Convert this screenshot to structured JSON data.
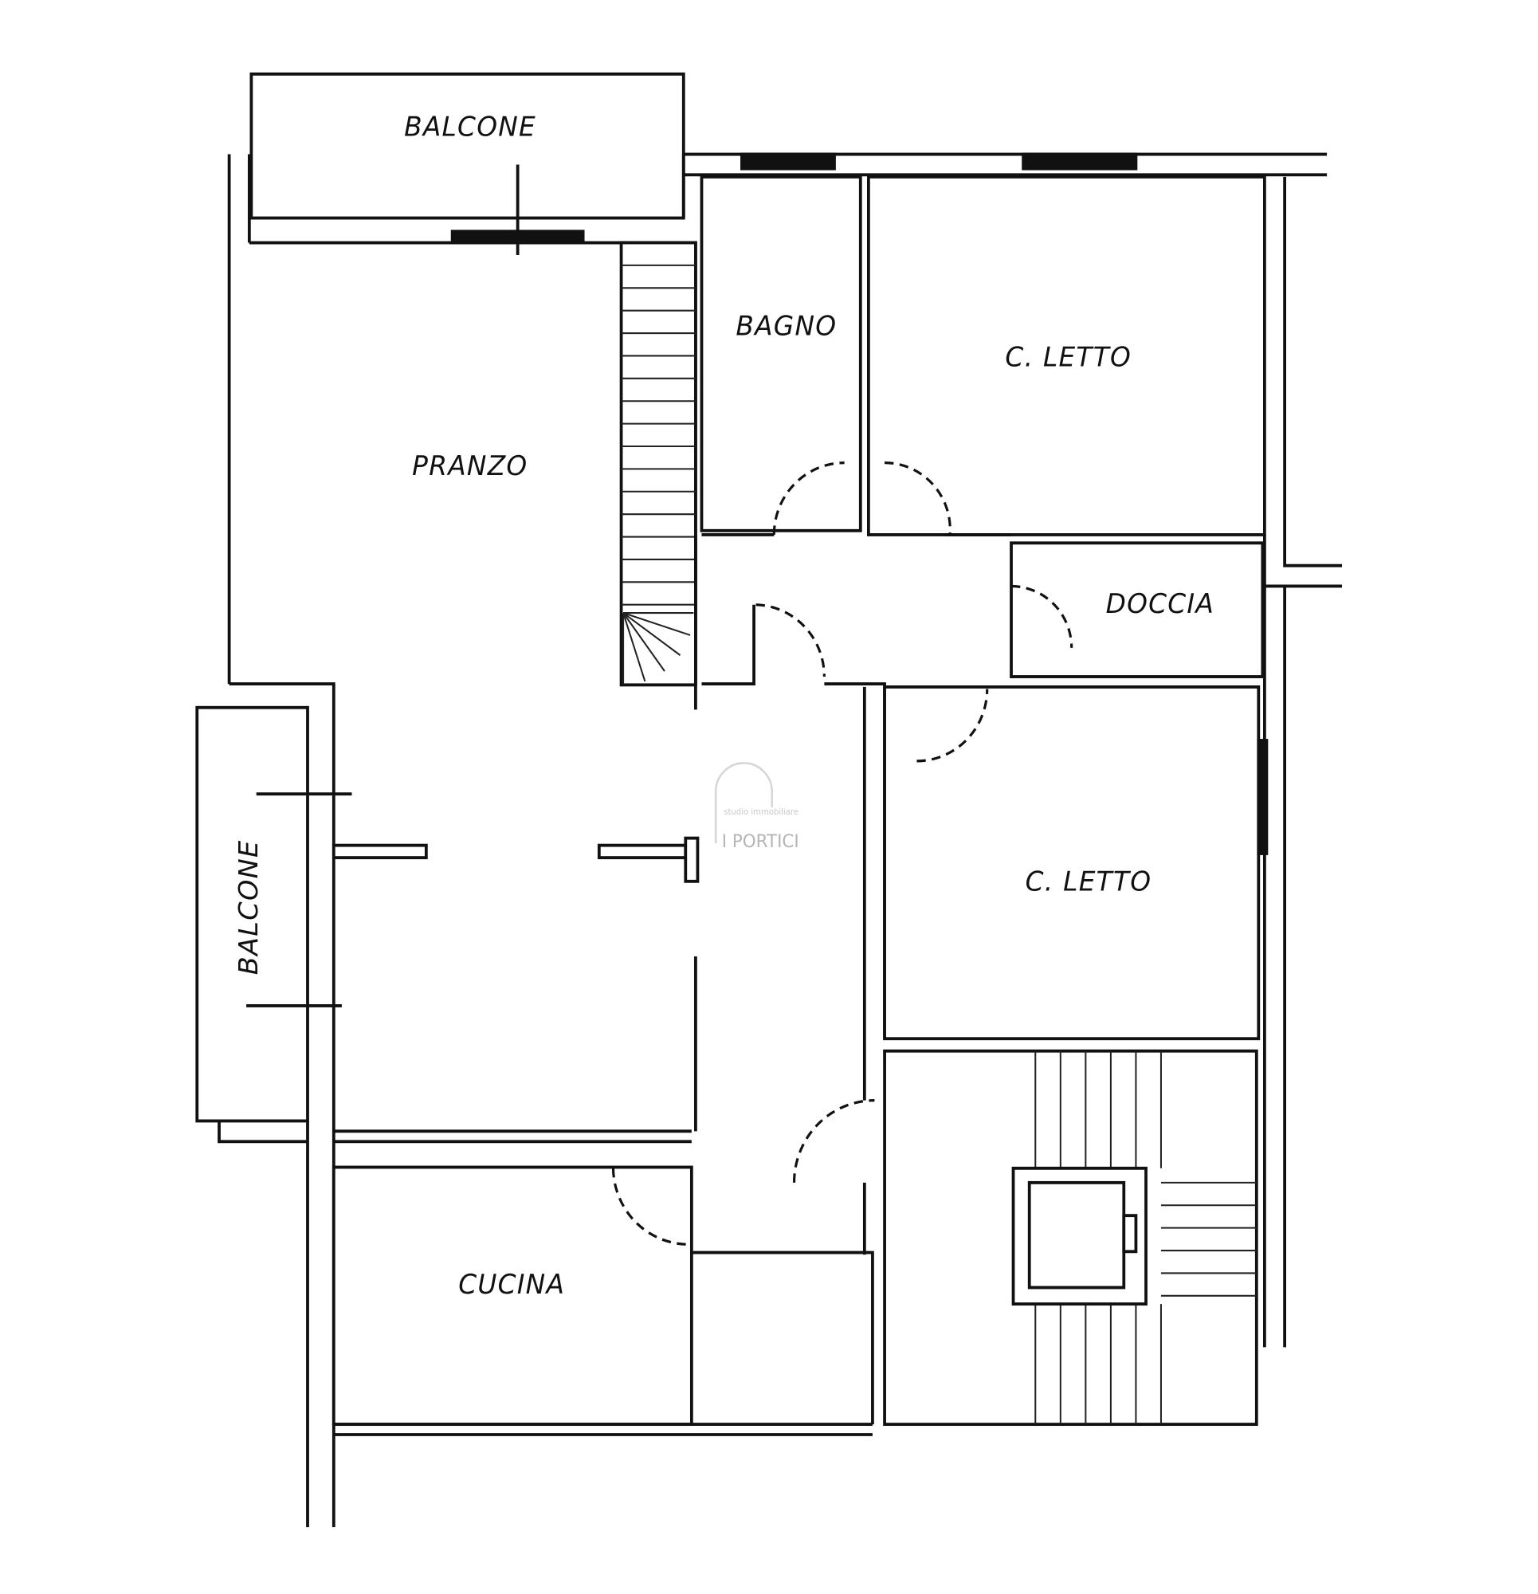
{
  "rooms": {
    "balcone_top": "BALCONE",
    "balcone_left": "BALCONE",
    "pranzo": "PRANZO",
    "bagno": "BAGNO",
    "letto1": "C. LETTO",
    "letto2": "C. LETTO",
    "doccia": "DOCCIA",
    "cucina": "CUCINA"
  },
  "watermark": {
    "subtitle": "studio immobiliare",
    "title": "I PORTICI"
  }
}
